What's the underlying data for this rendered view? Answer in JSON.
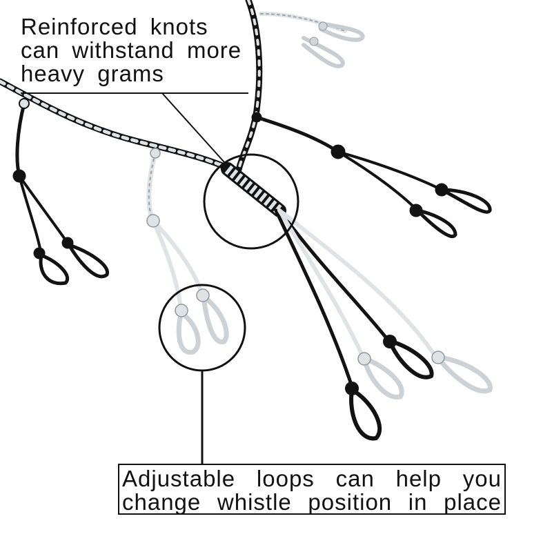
{
  "callouts": {
    "knots": {
      "lines": [
        "Reinforced knots",
        "can withstand more",
        "heavy grams"
      ]
    },
    "loops": {
      "lines": [
        "Adjustable loops can help you",
        "change whistle position in place"
      ]
    }
  },
  "colors": {
    "black_cord": "#121212",
    "white_cord": "#dfe3e6",
    "white_cord_fleck": "#9aa3aa",
    "background": "#ffffff",
    "ink": "#111111"
  }
}
